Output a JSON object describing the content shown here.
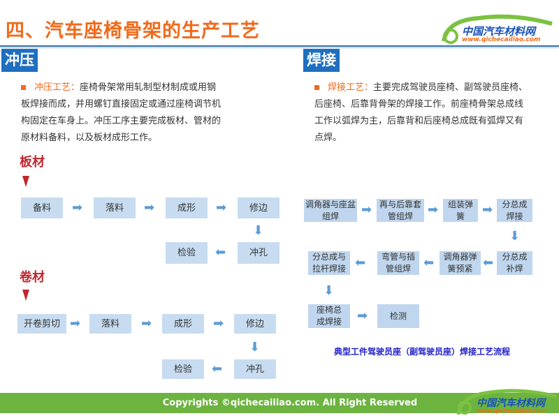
{
  "title": "四、汽车座椅骨架的生产工艺",
  "logo": {
    "name": "中国汽车材料网",
    "url": "www.qichecailiao.com"
  },
  "stamping": {
    "header": "冲压",
    "keyword": "冲压工艺：",
    "text": "座椅骨架常用轧制型材制成或用钢板焊接而成，并用螺钉直接固定或通过座椅调节机构固定在车身上。冲压工序主要完成板材、管材的原材料备料，以及板材成形工作。",
    "sheet_label": "板材",
    "sheet_steps": [
      "备料",
      "落料",
      "成形",
      "修边",
      "冲孔",
      "检验"
    ],
    "coil_label": "卷材",
    "coil_steps": [
      "开卷剪切",
      "落料",
      "成形",
      "修边",
      "冲孔",
      "检验"
    ]
  },
  "welding": {
    "header": "焊接",
    "keyword": "焊接工艺：",
    "text": "主要完成驾驶员座椅、副驾驶员座椅、后座椅、后靠背骨架的焊接工作。前座椅骨架总成线工作以弧焊为主，后靠背和后座椅总成既有弧焊又有点焊。",
    "steps": [
      "调角器与座盆组焊",
      "再与后靠套管组焊",
      "组装弹簧",
      "分总成焊接",
      "分总成补焊",
      "调角器弹簧预紧",
      "弯管与插管组焊",
      "分总成与拉杆焊接",
      "座椅总成焊接",
      "检测"
    ],
    "caption": "典型工件驾驶员座（副驾驶员座）焊接工艺流程"
  },
  "footer": "Copyrights ©qichecailiao.com. All Right Reserved"
}
